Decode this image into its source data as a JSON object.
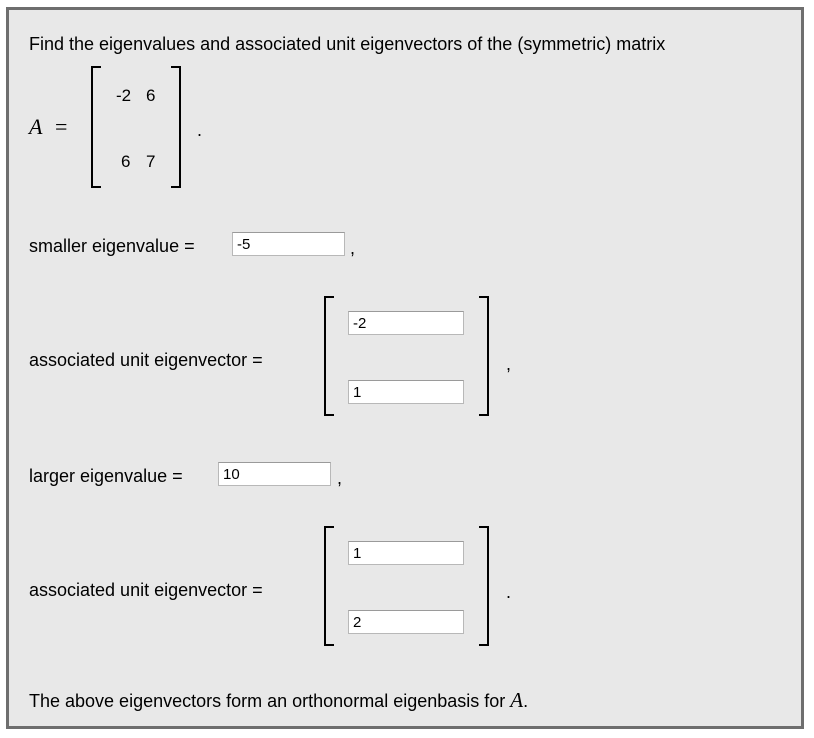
{
  "problem": {
    "prompt": "Find the eigenvalues and associated unit eigenvectors of the (symmetric) matrix",
    "matrix_name": "A",
    "equals": "=",
    "matrix": [
      [
        "-2",
        "6"
      ],
      [
        "6",
        "7"
      ]
    ],
    "matrix_trailing": "."
  },
  "answers": {
    "smaller_eigenvalue_label": "smaller eigenvalue =",
    "smaller_eigenvalue": "-5",
    "smaller_trailing": ",",
    "vector1_label": "associated unit eigenvector =",
    "vector1": [
      "-2",
      "1"
    ],
    "vector1_trailing": ",",
    "larger_eigenvalue_label": "larger eigenvalue =",
    "larger_eigenvalue": "10",
    "larger_trailing": ",",
    "vector2_label": "associated unit eigenvector =",
    "vector2": [
      "1",
      "2"
    ],
    "vector2_trailing": "."
  },
  "footer": {
    "text": "The above eigenvectors form an orthonormal eigenbasis for",
    "math": "A",
    "period": "."
  }
}
